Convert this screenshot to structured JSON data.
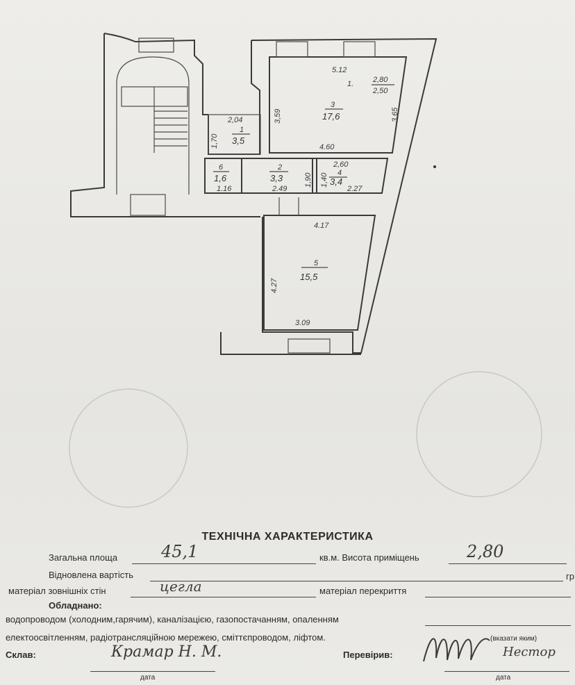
{
  "plan": {
    "rooms": [
      {
        "num": "1",
        "area": "3,5"
      },
      {
        "num": "2",
        "area": "3,3"
      },
      {
        "num": "3",
        "area": "17,6"
      },
      {
        "num": "4",
        "area": "3,4"
      },
      {
        "num": "5",
        "area": "15,5"
      },
      {
        "num": "6",
        "area": "1,6"
      }
    ],
    "dimensions": {
      "d512": "5.12",
      "d280": "2,80",
      "d250": "2,50",
      "d359": "3,59",
      "d365": "3,65",
      "d460": "4.60",
      "d204": "2,04",
      "d170": "1,70",
      "d260": "2,60",
      "d190": "1,90",
      "d140": "1,40",
      "d227": "2.27",
      "d249": "2.49",
      "d116": "1.16",
      "d417": "4.17",
      "d427": "4.27",
      "d309": "3.09",
      "room1_prefix": "1."
    }
  },
  "tech": {
    "title": "ТЕХНІЧНА ХАРАКТЕРИСТИКА",
    "total_area_label": "Загальна площа",
    "total_area_value": "45,1",
    "unit_label": "кв.м. Висота приміщень",
    "height_value": "2,80",
    "restored_value_label": "Відновлена вартість",
    "currency_suffix": "гр",
    "wall_material_label": "матеріал зовнішніх стін",
    "wall_material_value": "цегла",
    "ceiling_material_label": "матеріал перекриття",
    "equipped_label": "Обладнано:",
    "equip_line1": "водопроводом (холодним,гарячим), каналізацією, газопостачанням, опаленням",
    "equip_line2": "електоосвітленням, радіотрансляційною мережею, сміттєпроводом, ліфтом.",
    "specify_note": "(вказати яким)",
    "composed_label": "Склав:",
    "composed_sign": "Крамар Н. М.",
    "checked_label": "Перевірив:",
    "checked_sign": "Нестор",
    "date_label_1": "дата",
    "date_label_2": "дата"
  }
}
